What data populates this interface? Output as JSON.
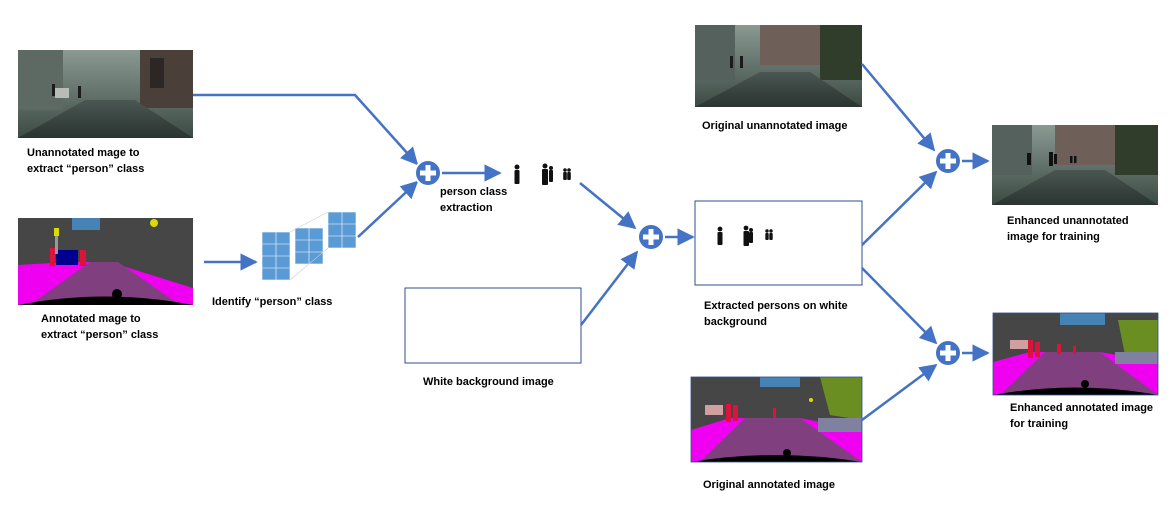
{
  "labels": {
    "unannotated_source": [
      "Unannotated mage to",
      "extract “person” class"
    ],
    "annotated_source": [
      "Annotated mage to",
      "extract “person” class"
    ],
    "identify": "Identify “person” class",
    "person_extraction": [
      "person class",
      "extraction"
    ],
    "white_bg": "White background image",
    "orig_unannotated": "Original unannotated image",
    "extracted_persons": [
      "Extracted persons on white",
      "background"
    ],
    "orig_annotated": "Original annotated image",
    "enhanced_unannotated": [
      "Enhanced unannotated",
      "image for training"
    ],
    "enhanced_annotated": [
      "Enhanced annotated image",
      "for training"
    ]
  },
  "colors": {
    "arrow": "#4472c4",
    "plus_fill": "#4472c4",
    "plus_stroke": "#ffffff",
    "frame": "#2e4f8f",
    "road_gray": "#2f3a36",
    "seg_magenta": "#f000f0",
    "seg_purple": "#804080",
    "seg_person": "#dc143c",
    "seg_car": "#00008e",
    "seg_sky": "#4682b4",
    "seg_vegetation": "#6b8e23",
    "seg_building": "#464646",
    "seg_sign": "#dcdc00"
  },
  "icons": [
    "plus-circle-icon",
    "cnn-network-icon",
    "person-silhouette-icon"
  ]
}
